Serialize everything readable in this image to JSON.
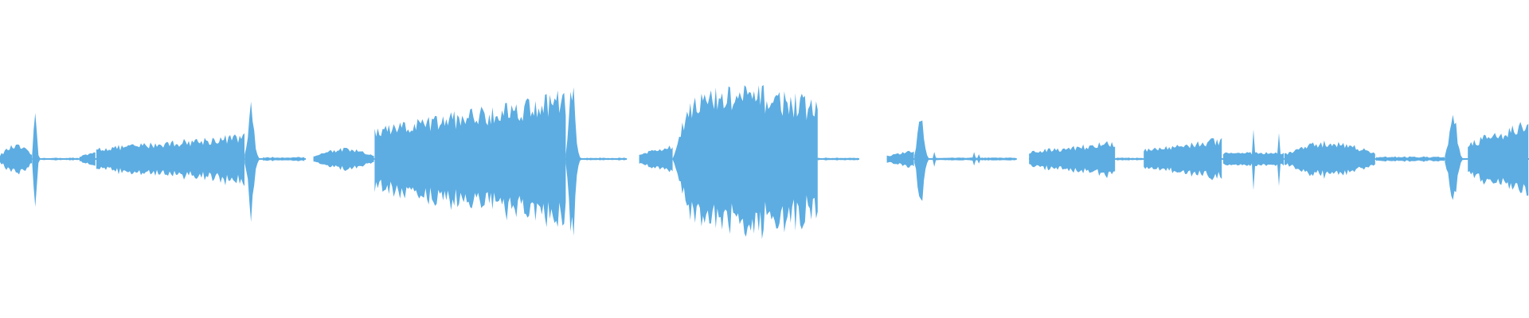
{
  "waveform": {
    "color": "#5dade2",
    "background": "#ffffff",
    "duration_fraction_span": [
      0,
      1
    ],
    "segments": [
      {
        "start": 0.0,
        "end": 0.021,
        "peak": 0.08,
        "kind": "swell"
      },
      {
        "start": 0.021,
        "end": 0.027,
        "peak": 0.3,
        "kind": "spike"
      },
      {
        "start": 0.027,
        "end": 0.052,
        "peak": 0.02,
        "kind": "tail"
      },
      {
        "start": 0.052,
        "end": 0.063,
        "peak": 0.04,
        "kind": "low"
      },
      {
        "start": 0.063,
        "end": 0.16,
        "peak": 0.14,
        "kind": "rising"
      },
      {
        "start": 0.16,
        "end": 0.172,
        "peak": 0.32,
        "kind": "spike"
      },
      {
        "start": 0.172,
        "end": 0.2,
        "peak": 0.03,
        "kind": "tail"
      },
      {
        "start": 0.205,
        "end": 0.245,
        "peak": 0.06,
        "kind": "swell"
      },
      {
        "start": 0.245,
        "end": 0.37,
        "peak": 0.38,
        "kind": "rising"
      },
      {
        "start": 0.37,
        "end": 0.382,
        "peak": 0.45,
        "kind": "spike"
      },
      {
        "start": 0.382,
        "end": 0.41,
        "peak": 0.02,
        "kind": "tail"
      },
      {
        "start": 0.418,
        "end": 0.44,
        "peak": 0.08,
        "kind": "low"
      },
      {
        "start": 0.44,
        "end": 0.535,
        "peak": 0.4,
        "kind": "plateau"
      },
      {
        "start": 0.535,
        "end": 0.562,
        "peak": 0.02,
        "kind": "tail"
      },
      {
        "start": 0.58,
        "end": 0.598,
        "peak": 0.05,
        "kind": "low"
      },
      {
        "start": 0.598,
        "end": 0.61,
        "peak": 0.28,
        "kind": "spike"
      },
      {
        "start": 0.61,
        "end": 0.665,
        "peak": 0.04,
        "kind": "ticks"
      },
      {
        "start": 0.673,
        "end": 0.73,
        "peak": 0.1,
        "kind": "rising"
      },
      {
        "start": 0.73,
        "end": 0.748,
        "peak": 0.02,
        "kind": "tail"
      },
      {
        "start": 0.748,
        "end": 0.8,
        "peak": 0.12,
        "kind": "rising"
      },
      {
        "start": 0.8,
        "end": 0.84,
        "peak": 0.2,
        "kind": "ticks"
      },
      {
        "start": 0.84,
        "end": 0.9,
        "peak": 0.1,
        "kind": "swell"
      },
      {
        "start": 0.9,
        "end": 0.945,
        "peak": 0.04,
        "kind": "tail"
      },
      {
        "start": 0.945,
        "end": 0.96,
        "peak": 0.3,
        "kind": "spike"
      },
      {
        "start": 0.96,
        "end": 1.0,
        "peak": 0.22,
        "kind": "rising"
      }
    ]
  }
}
